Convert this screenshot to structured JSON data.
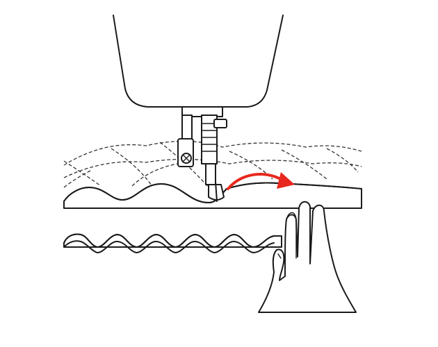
{
  "diagram": {
    "colors": {
      "line": "#1a1a1a",
      "stitch": "#333333",
      "arrow": "#e8281e",
      "background": "#ffffff"
    },
    "parts": [
      {
        "name": "sewing-machine-head",
        "icon": "machine-head-icon"
      },
      {
        "name": "presser-foot",
        "icon": "presser-foot-icon"
      },
      {
        "name": "quilting-stitch-lines",
        "icon": "dashed-scallop-icon"
      },
      {
        "name": "scalloped-fabric-edge",
        "icon": "scallop-edge-icon"
      },
      {
        "name": "lower-scalloped-fabric",
        "icon": "scallop-edge-icon"
      },
      {
        "name": "guiding-hand",
        "icon": "hand-icon"
      },
      {
        "name": "direction-arrow",
        "icon": "curved-arrow-icon"
      }
    ]
  }
}
